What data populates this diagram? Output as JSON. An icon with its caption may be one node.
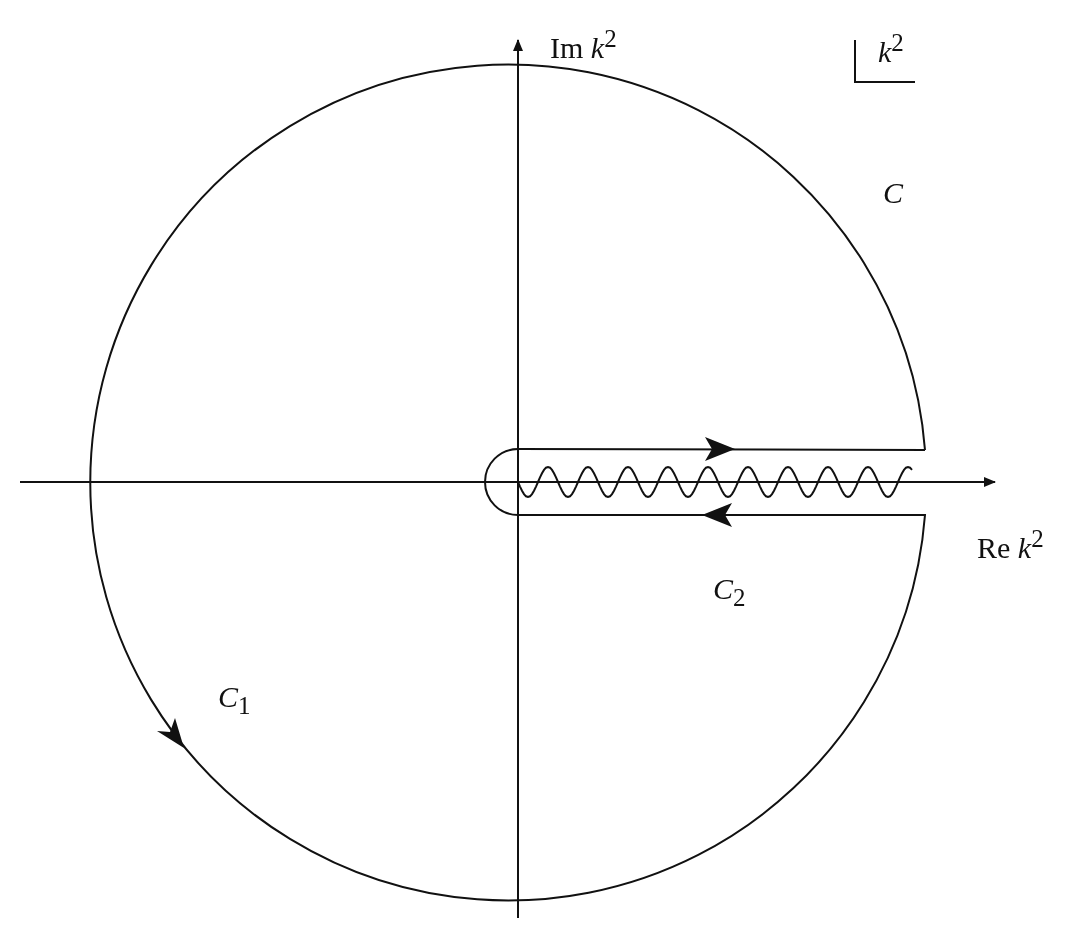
{
  "diagram": {
    "labels": [
      "Im *k*$^{2}$",
      "*k*$^{2}$",
      "*C*",
      "Re *k*$^{2}$",
      "*C*$_{2}$",
      "*C*$_{1}$"
    ]
  }
}
